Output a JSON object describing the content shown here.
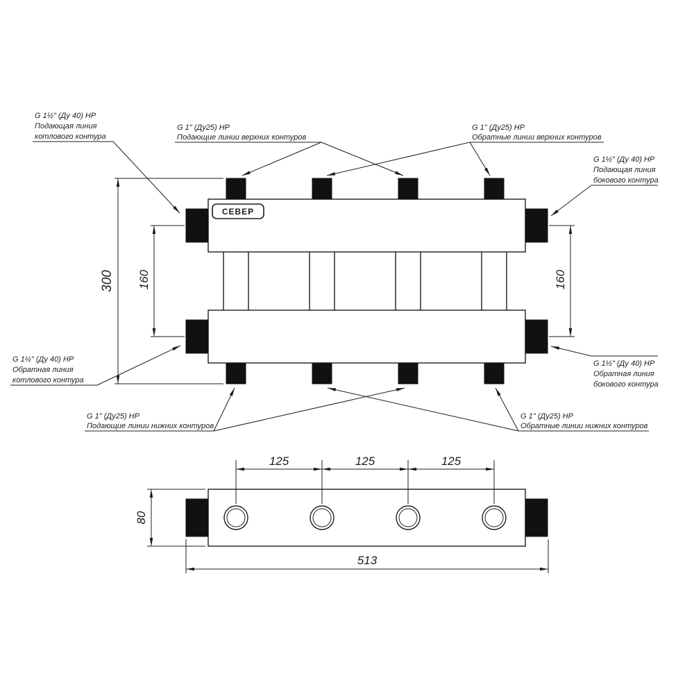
{
  "drawing": {
    "logo_text": "СЕВЕР",
    "labels": {
      "boiler_supply": [
        "G 1½\" (Ду 40) НР",
        "Подающая линия",
        "котлового контура"
      ],
      "upper_supply": [
        "G 1\" (Ду25) НР",
        "Подающие линии верхних контуров"
      ],
      "upper_return": [
        "G 1\" (Ду25) НР",
        "Обратные линии верхних контуров"
      ],
      "side_supply": [
        "G 1½\" (Ду 40) НР",
        "Подающая линия",
        "бокового контура"
      ],
      "boiler_return": [
        "G 1½\" (Ду 40) НР",
        "Обратная линия",
        "котлового контура"
      ],
      "side_return": [
        "G 1½\" (Ду 40) НР",
        "Обратная линия",
        "бокового контура"
      ],
      "lower_supply": [
        "G 1\" (Ду25) НР",
        "Подающие линии нижних контуров"
      ],
      "lower_return": [
        "G 1\" (Ду25) НР",
        "Обратные линии нижних контуров"
      ]
    },
    "dimensions": {
      "overall_height": "300",
      "axis_spacing_left": "160",
      "axis_spacing_right": "160",
      "port_pitch_1": "125",
      "port_pitch_2": "125",
      "port_pitch_3": "125",
      "body_height": "80",
      "overall_length": "513"
    },
    "colors": {
      "line": "#1c1c1c",
      "fitting_fill": "#111111",
      "background": "#ffffff"
    }
  }
}
